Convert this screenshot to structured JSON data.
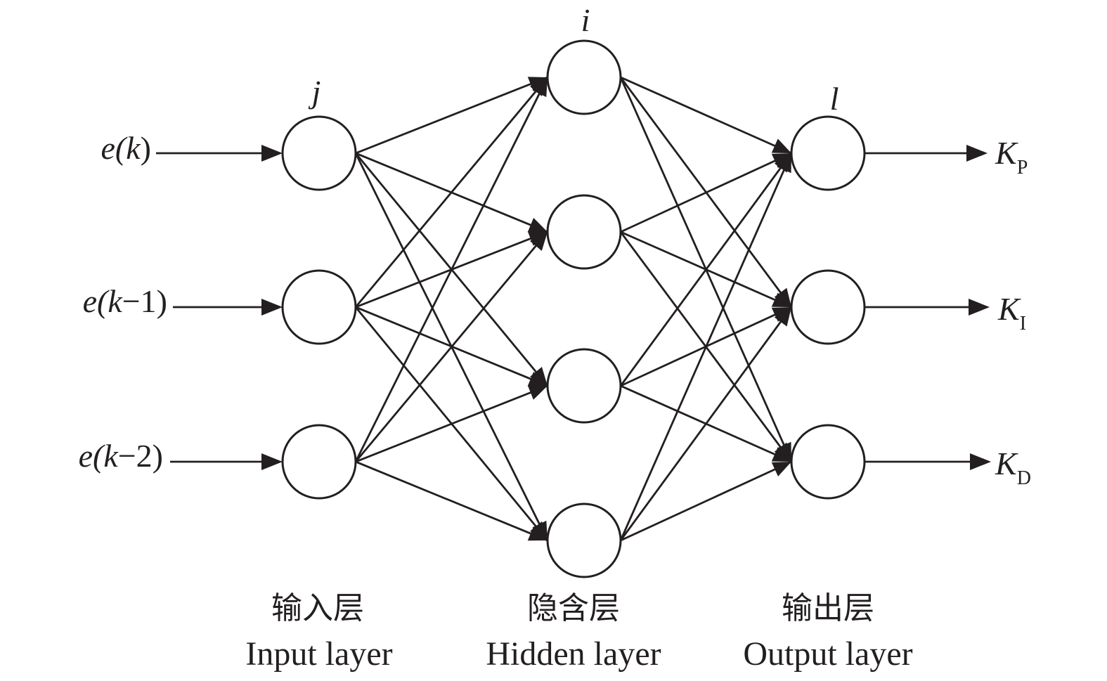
{
  "diagram": {
    "type": "neural-network",
    "line_color": "#231f20",
    "layers": [
      {
        "id": "input",
        "index_symbol": "j",
        "name_cn": "输入层",
        "name_en": "Input layer",
        "node_count": 3
      },
      {
        "id": "hidden",
        "index_symbol": "i",
        "name_cn": "隐含层",
        "name_en": "Hidden layer",
        "node_count": 4
      },
      {
        "id": "output",
        "index_symbol": "l",
        "name_cn": "输出层",
        "name_en": "Output layer",
        "node_count": 3
      }
    ],
    "inputs": [
      {
        "base": "e(",
        "var": "k",
        "tail": ")"
      },
      {
        "base": "e(",
        "var": "k",
        "tail": "−1)"
      },
      {
        "base": "e(",
        "var": "k",
        "tail": "−2)"
      }
    ],
    "outputs": [
      {
        "main": "K",
        "sub": "P"
      },
      {
        "main": "K",
        "sub": "I"
      },
      {
        "main": "K",
        "sub": "D"
      }
    ],
    "connectivity": "fully-connected"
  }
}
